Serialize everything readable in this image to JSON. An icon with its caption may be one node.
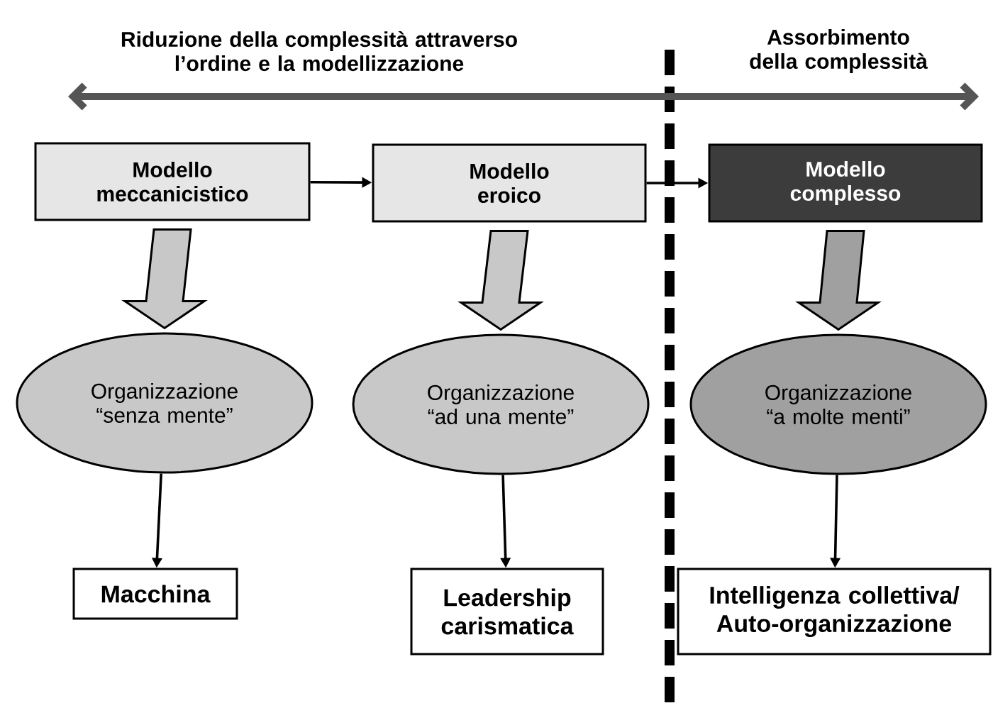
{
  "diagram": {
    "nodes": [
      {
        "text": [
          "Modello meccanicistico"
        ]
      },
      {
        "text": [
          "Modello eroico"
        ]
      },
      {
        "text": [
          "Modello complesso"
        ]
      },
      {
        "text": [
          "Organizzazione “senza mente”"
        ]
      },
      {
        "text": [
          "Organizzazione “ad una mente”"
        ]
      },
      {
        "text": [
          "Organizzazione “a molte menti”"
        ]
      },
      {
        "text": [
          "Macchina"
        ]
      },
      {
        "text": [
          "Leadership carismatica"
        ]
      },
      {
        "text": [
          "Intelligenza collettiva/ Auto-organizzazione"
        ]
      }
    ],
    "edges": [
      {
        "from": 0,
        "to": 1,
        "arrow": "to"
      },
      {
        "from": 1,
        "to": 2,
        "arrow": "to"
      },
      {
        "from": 0,
        "to": 3,
        "arrow": "to",
        "style": "thick"
      },
      {
        "from": 1,
        "to": 4,
        "arrow": "to",
        "style": "thick"
      },
      {
        "from": 2,
        "to": 5,
        "arrow": "to",
        "style": "thick"
      },
      {
        "from": 3,
        "to": 6,
        "arrow": "to"
      },
      {
        "from": 4,
        "to": 7,
        "arrow": "to"
      },
      {
        "from": 5,
        "to": 8,
        "arrow": "to"
      }
    ],
    "labels": [
      "Riduzione della complessità attraverso l’ordine e la modellizzazione",
      "Assorbimento della complessità"
    ]
  }
}
